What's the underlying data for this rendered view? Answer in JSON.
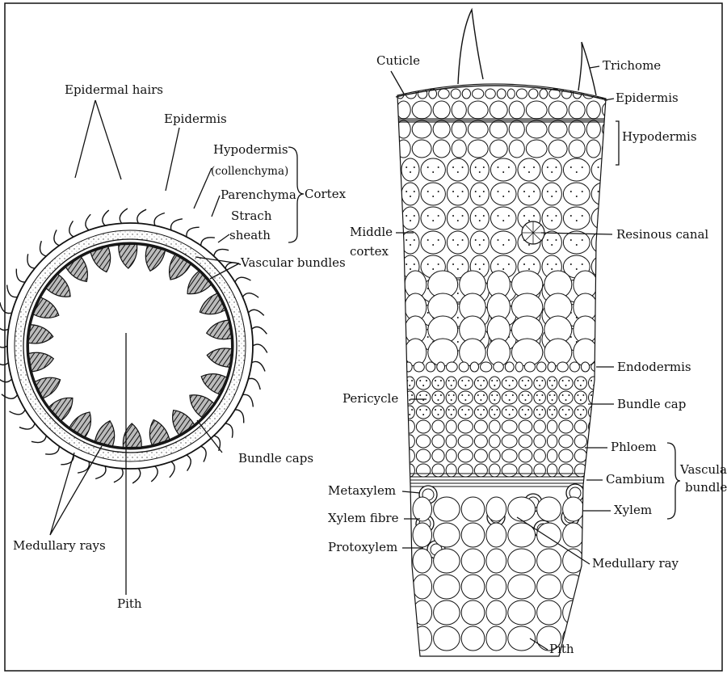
{
  "left_diagram": {
    "labels": {
      "epidermal_hairs": "Epidermal hairs",
      "epidermis": "Epidermis",
      "hypodermis": "Hypodermis",
      "collenchyma": "(collenchyma)",
      "parenchyma": "Parenchyma",
      "cortex": "Cortex",
      "strach": "Strach",
      "sheath": "sheath",
      "vascular_bundles": "Vascular bundles",
      "bundle_caps": "Bundle caps",
      "medullary_rays": "Medullary rays",
      "pith": "Pith"
    }
  },
  "right_diagram": {
    "labels": {
      "cuticle": "Cuticle",
      "trichome": "Trichome",
      "epidermis": "Epidermis",
      "hypodermis": "Hypodermis",
      "middle": "Middle",
      "cortex": "cortex",
      "resinous_canal": "Resinous canal",
      "endodermis": "Endodermis",
      "pericycle": "Pericycle",
      "bundle_cap": "Bundle cap",
      "phloem": "Phloem",
      "cambium": "Cambium",
      "xylem": "Xylem",
      "vascular": "Vascular",
      "bundle": "bundle",
      "metaxylem": "Metaxylem",
      "xylem_fibre": "Xylem fibre",
      "protoxylem": "Protoxylem",
      "medullary_ray": "Medullary ray",
      "pith": "Pith"
    }
  }
}
